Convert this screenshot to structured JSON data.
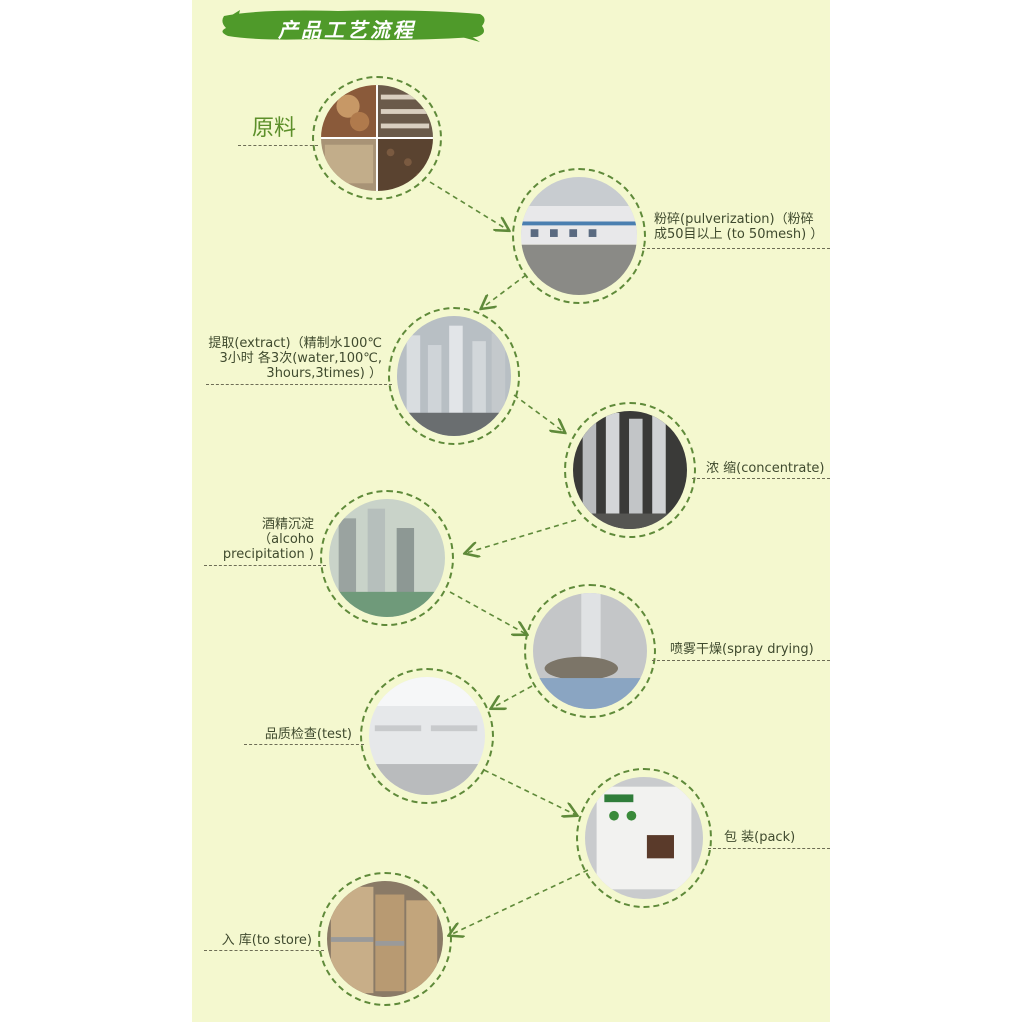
{
  "banner": {
    "title": "产品工艺流程"
  },
  "steps": [
    {
      "label": "原料"
    },
    {
      "label": "粉碎(pulverization)（粉碎\n成50目以上 (to 50mesh) ）"
    },
    {
      "label": "提取(extract)（精制水100℃\n3小时 各3次(water,100℃,\n3hours,3times) ）"
    },
    {
      "label": "浓 缩(concentrate)"
    },
    {
      "label": "酒精沉淀\n（alcoho\nprecipitation )"
    },
    {
      "label": "喷雾干燥(spray drying)"
    },
    {
      "label": "品质检查(test)"
    },
    {
      "label": "包  装(pack)"
    },
    {
      "label": "入  库(to store)"
    }
  ],
  "colors": {
    "background": "#f4f8cf",
    "banner": "#4f9a2a",
    "circle_border": "#5f8a3a",
    "arrow": "#5f8a3a"
  }
}
